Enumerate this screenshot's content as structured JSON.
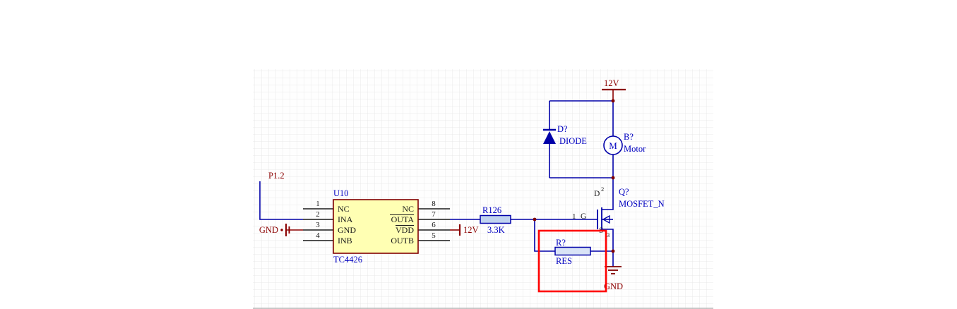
{
  "colors": {
    "wire_blue": "#0000A8",
    "label_blue": "#0000C0",
    "net_dark_red": "#8B0000",
    "highlight_red": "#FF0000",
    "ic_fill": "#FFFFB3",
    "ic_border": "#800000",
    "resistor_fill": "#BFD2EF"
  },
  "schematic": {
    "net_p12": "P1.2",
    "power": {
      "twelve_top": "12V",
      "twelve_vdd": "12V",
      "gnd_left": "GND",
      "gnd_bottom": "GND"
    },
    "u10": {
      "designator": "U10",
      "comment": "TC4426",
      "left_pins": [
        {
          "num": "1",
          "name": "NC"
        },
        {
          "num": "2",
          "name": "INA"
        },
        {
          "num": "3",
          "name": "GND"
        },
        {
          "num": "4",
          "name": "INB"
        }
      ],
      "right_pins": [
        {
          "num": "8",
          "name": "NC"
        },
        {
          "num": "7",
          "name": "OUTA"
        },
        {
          "num": "6",
          "name": "VDD"
        },
        {
          "num": "5",
          "name": "OUTB"
        }
      ]
    },
    "r126": {
      "designator": "R126",
      "value": "3.3K"
    },
    "diode": {
      "designator": "D?",
      "value": "DIODE"
    },
    "motor": {
      "designator": "B?",
      "value": "Motor",
      "letter": "M"
    },
    "mosfet": {
      "designator": "Q?",
      "value": "MOSFET_N",
      "gate_num": "1",
      "gate_name": "G",
      "drain_name": "D",
      "drain_num": "2",
      "source_name": "S",
      "source_num": "3"
    },
    "rq": {
      "designator": "R?",
      "value": "RES"
    }
  }
}
